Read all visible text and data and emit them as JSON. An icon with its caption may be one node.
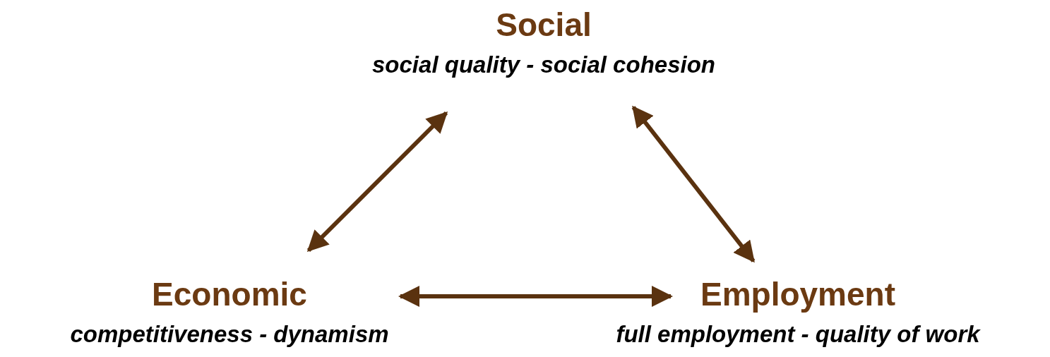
{
  "diagram": {
    "nodes": [
      {
        "text": [
          "Social",
          "social quality - social cohesion"
        ]
      },
      {
        "text": [
          "Economic",
          "competitiveness - dynamism"
        ]
      },
      {
        "text": [
          "Employment",
          "full employment - quality of work"
        ]
      }
    ],
    "edges": [
      {
        "from": 1,
        "to": 0,
        "arrow": "both"
      },
      {
        "from": 0,
        "to": 2,
        "arrow": "both"
      },
      {
        "from": 1,
        "to": 2,
        "arrow": "both"
      }
    ]
  }
}
